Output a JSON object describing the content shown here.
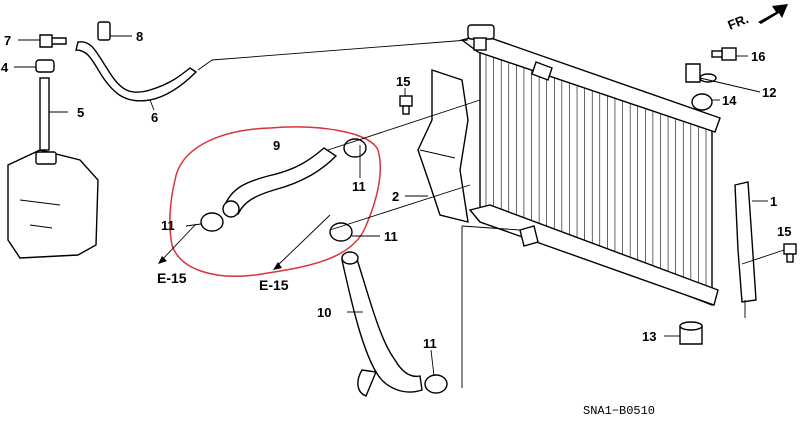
{
  "diagram": {
    "direction_label": "FR.",
    "diagram_code": "SNA1−B0510",
    "reference_labels": [
      "E-15",
      "E-15"
    ],
    "callouts": {
      "c1": "1",
      "c2": "2",
      "c4": "4",
      "c5": "5",
      "c6": "6",
      "c7": "7",
      "c8": "8",
      "c9": "9",
      "c10": "10",
      "c11a": "11",
      "c11b": "11",
      "c11c": "11",
      "c11d": "11",
      "c12": "12",
      "c13": "13",
      "c14": "14",
      "c15a": "15",
      "c15b": "15",
      "c16": "16"
    },
    "colors": {
      "highlight_outline": "#d9343a",
      "ink": "#000000"
    }
  }
}
